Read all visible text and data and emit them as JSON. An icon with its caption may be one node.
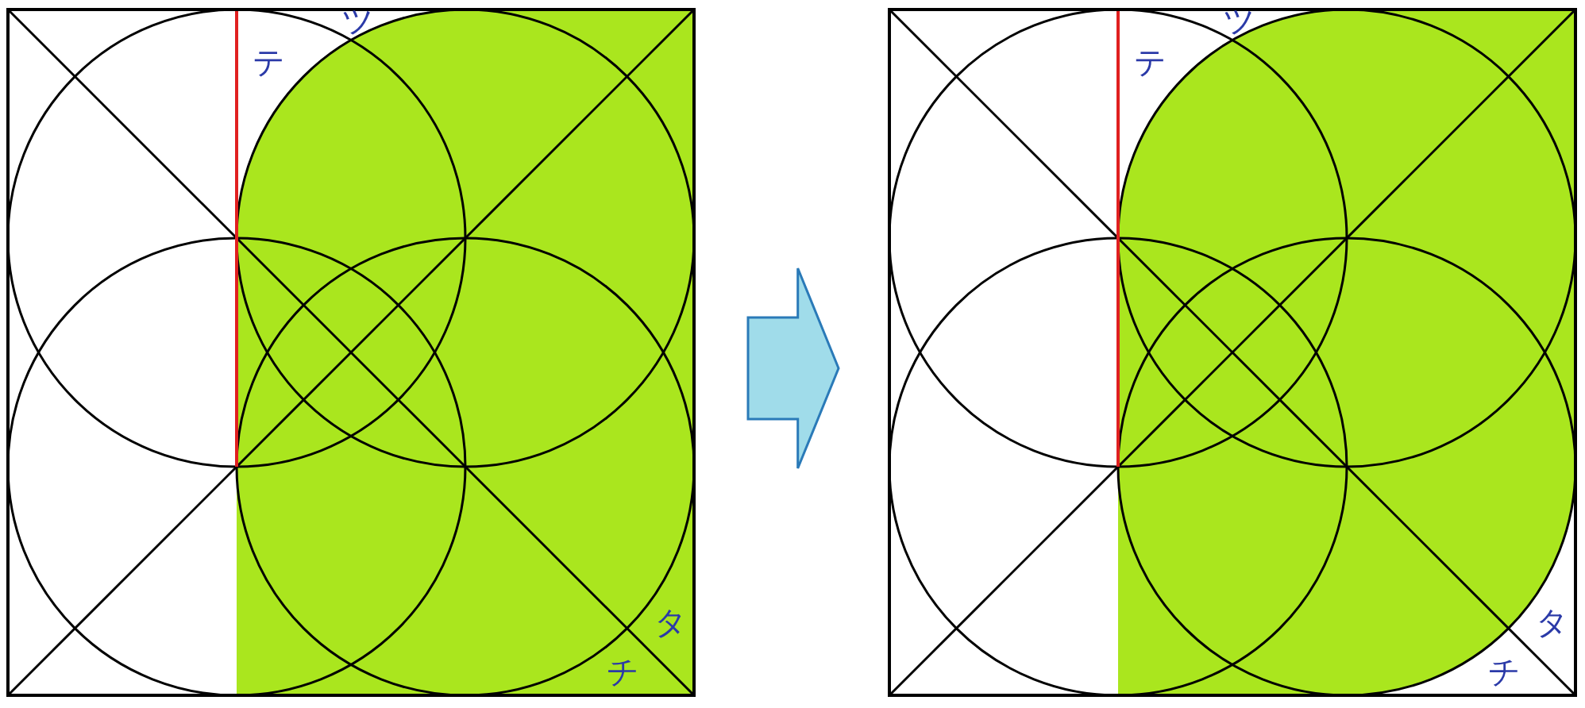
{
  "diagram": {
    "nodes": [
      {
        "text": [],
        "shape": "picture"
      },
      {
        "text": [],
        "shape": "picture"
      }
    ],
    "edges": [
      {
        "from": 0,
        "to": 1,
        "arrow": "to"
      }
    ],
    "labels": [
      "テ",
      "ツ",
      "タ",
      "チ",
      "テ",
      "ツ",
      "タ",
      "チ"
    ]
  }
}
